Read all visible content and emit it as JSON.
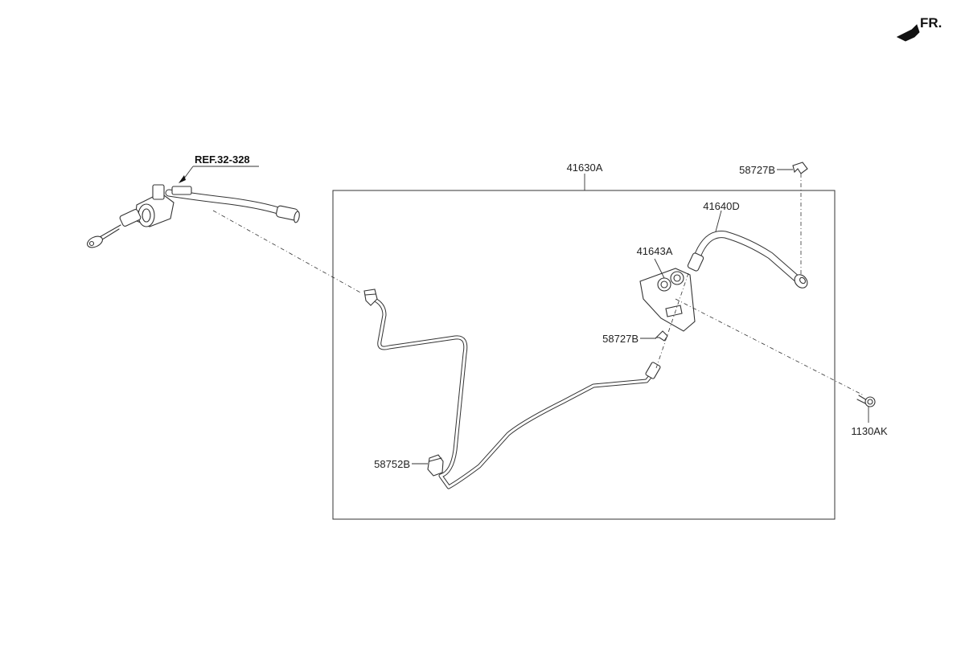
{
  "direction": {
    "label": "FR.",
    "icon": "arrow-forward-icon"
  },
  "reference": {
    "label": "REF.32-328"
  },
  "parts": {
    "p41630A": "41630A",
    "p41640D": "41640D",
    "p41643A": "41643A",
    "p58727B_top": "58727B",
    "p58727B_mid": "58727B",
    "p58752B": "58752B",
    "p1130AK": "1130AK"
  }
}
